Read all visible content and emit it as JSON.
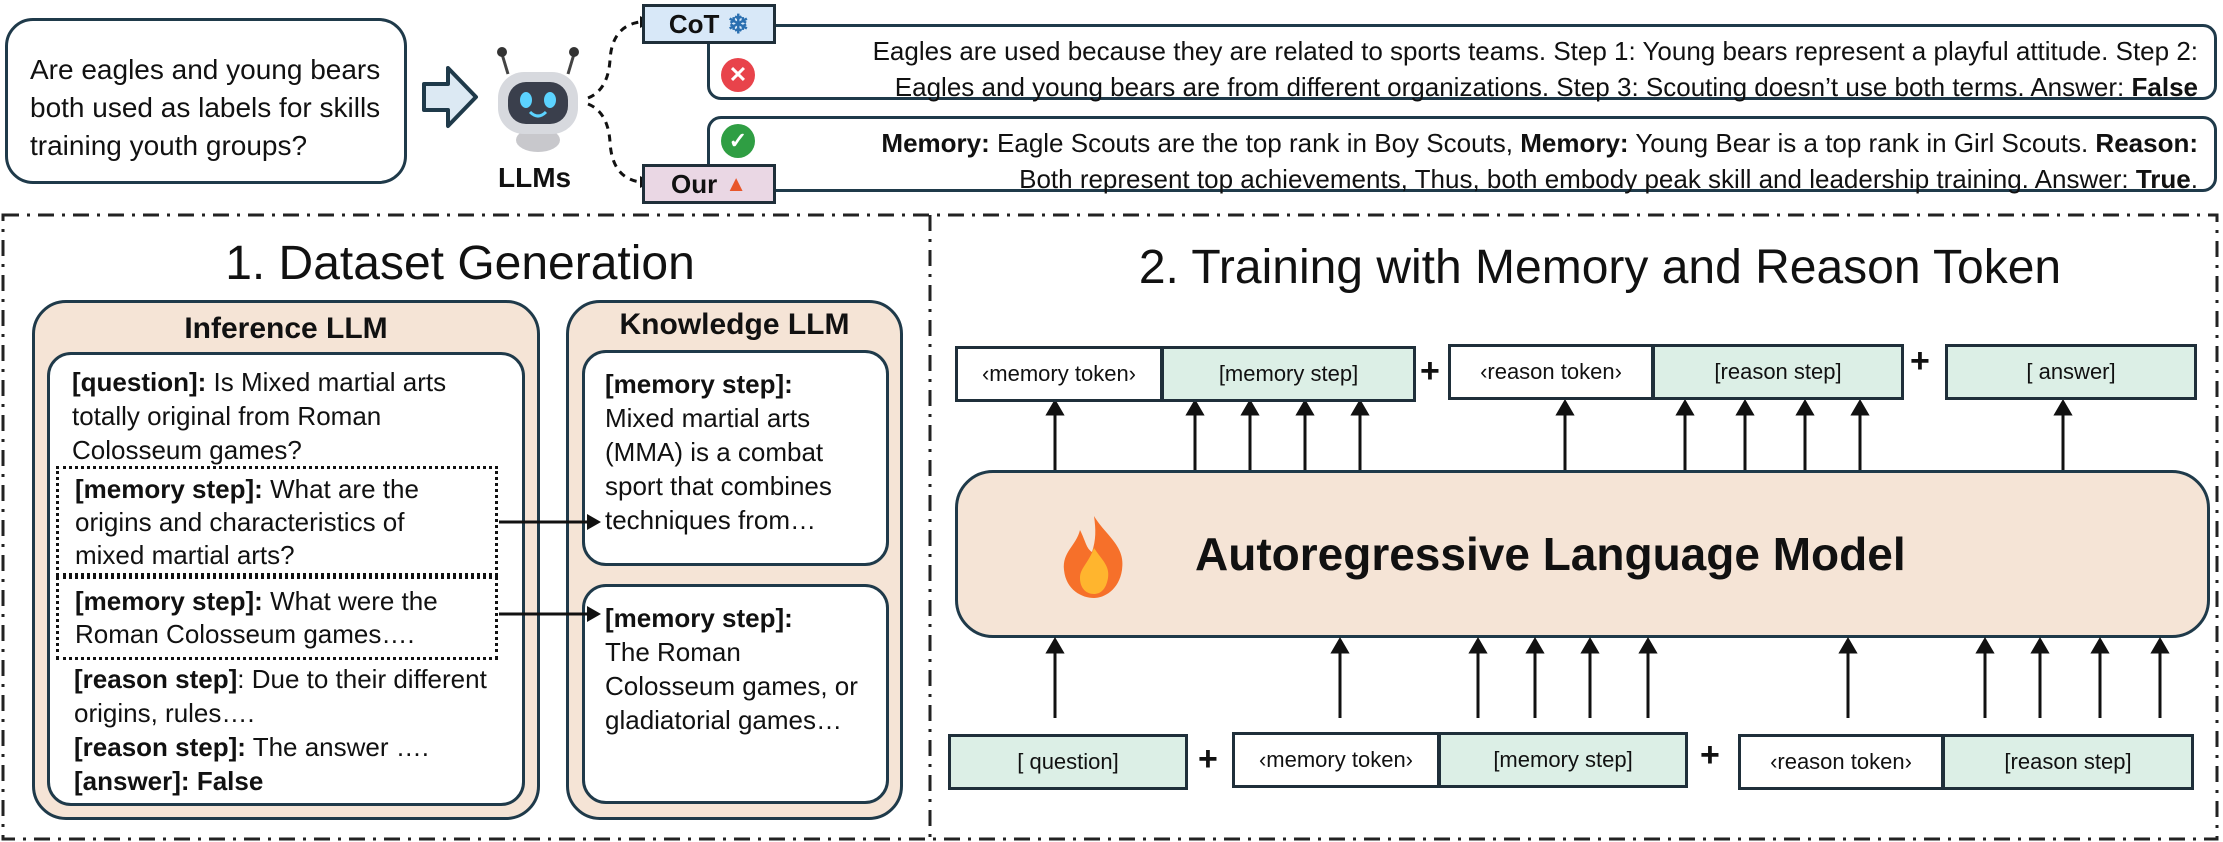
{
  "header": {
    "question": "Are eagles and young bears both used as labels for skills training youth groups?",
    "llms_label": "LLMs",
    "cot_tag": "CoT",
    "cot_icon": "gear-icon",
    "our_tag": "Our",
    "our_icon": "fire-emoji",
    "cot_answer": {
      "line1": "Eagles are used because they are related to sports teams. Step 1: Young bears represent a playful attitude. Step 2:",
      "line2": "Eagles and young bears are from different organizations. Step 3: Scouting doesn’t use both terms. Answer:",
      "answer": "False"
    },
    "our_answer": {
      "mem_label": "Memory:",
      "mem1": "Eagle Scouts are the top rank in Boy Scouts,",
      "mem2": "Young Bear is a top rank in Girl Scouts.",
      "reason_label": "Reason:",
      "line2": "Both represent top achievements, Thus, both embody peak skill and leadership training. Answer:",
      "answer": "True",
      "period": "."
    }
  },
  "section1": {
    "title": "1.  Dataset Generation",
    "inference_title": "Inference LLM",
    "knowledge_title": "Knowledge LLM",
    "question_label": "[question]:",
    "question_text": "Is Mixed martial arts totally original from Roman Colosseum games?",
    "mem_step1_label": "[memory step]:",
    "mem_step1_text": "What are the origins and characteristics of mixed martial arts?",
    "mem_step2_label": "[memory step]:",
    "mem_step2_text": "What were the Roman Colosseum games….",
    "reason1_label": "[reason step]",
    "reason1_text": ": Due to their different origins, rules….",
    "reason2_label": "[reason step]:",
    "reason2_text": "The answer ….",
    "answer_label": "[answer]:",
    "answer_text": "False",
    "k1_label": "[memory step]:",
    "k1_text": "Mixed martial arts (MMA) is a combat sport that combines techniques from…",
    "k2_label": "[memory step]:",
    "k2_text": "The Roman Colosseum games, or gladiatorial games…"
  },
  "section2": {
    "title": "2. Training with Memory and Reason Token",
    "model_label": "Autoregressive Language Model",
    "fire_icon": "fire-emoji",
    "plus": "+",
    "top": {
      "memory_token": "‹memory token›",
      "memory_step": "[memory step]",
      "reason_token": "‹reason token›",
      "reason_step": "[reason step]",
      "answer": "[ answer]"
    },
    "bottom": {
      "question": "[ question]",
      "memory_token": "‹memory token›",
      "memory_step": "[memory step]",
      "reason_token": "‹reason token›",
      "reason_step": "[reason step]"
    }
  }
}
